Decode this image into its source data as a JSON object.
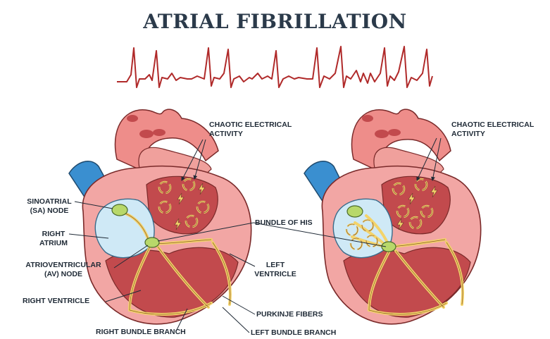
{
  "title": "ATRIAL FIBRILLATION",
  "colors": {
    "title": "#2b3a4a",
    "ecg": "#b02a2a",
    "heart_outer": "#f2a6a4",
    "heart_dark": "#c24a4d",
    "aorta": "#ee8d8a",
    "vena_cava": "#3a8fd0",
    "atrium": "#cfe9f6",
    "conduction": "#f3d36a",
    "node": "#b8d86a"
  },
  "labels": {
    "chaotic_left_1": "CHAOTIC ELECTRICAL",
    "chaotic_left_2": "ACTIVITY",
    "chaotic_right_1": "CHAOTIC ELECTRICAL",
    "chaotic_right_2": "ACTIVITY",
    "sa_node_1": "SINOATRIAL",
    "sa_node_2": "(SA) NODE",
    "right_atrium_1": "RIGHT",
    "right_atrium_2": "ATRIUM",
    "av_node_1": "ATRIOVENTRICULAR",
    "av_node_2": "(AV) NODE",
    "right_ventricle": "RIGHT VENTRICLE",
    "right_bundle_branch": "RIGHT BUNDLE BRANCH",
    "bundle_of_his": "BUNDLE OF HIS",
    "left_ventricle_1": "LEFT",
    "left_ventricle_2": "VENTRICLE",
    "purkinje_fibers": "PURKINJE FIBERS",
    "left_bundle_branch": "LEFT BUNDLE BRANCH"
  },
  "icons": {
    "ecg": "ecg-trace-icon",
    "swirl": "swirl-arrow-icon",
    "bolt": "lightning-bolt-icon"
  }
}
